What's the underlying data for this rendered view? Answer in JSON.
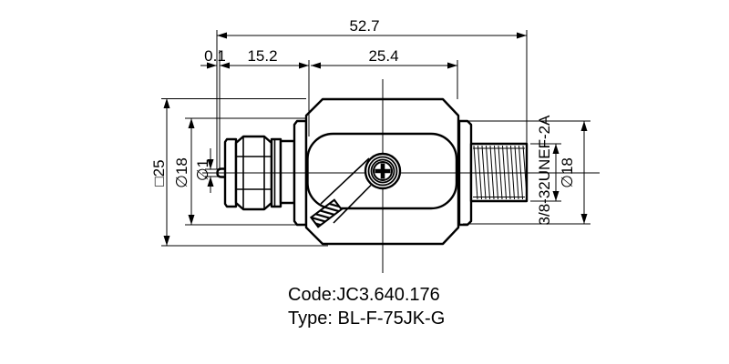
{
  "drawing": {
    "dims": {
      "overall_length": "52.7",
      "pin_protrusion": "0.1",
      "connector_length": "15.2",
      "body_length": "25.4",
      "body_square": "□25",
      "left_flange_diameter": "∅18",
      "pin_diameter": "∅1",
      "thread_spec": "3/8-32UNEF-2A",
      "right_flange_diameter": "∅18"
    },
    "title": {
      "code": "Code:JC3.640.176",
      "type": "Type: BL-F-75JK-G"
    },
    "colors": {
      "line": "#000000",
      "background": "#ffffff"
    }
  }
}
